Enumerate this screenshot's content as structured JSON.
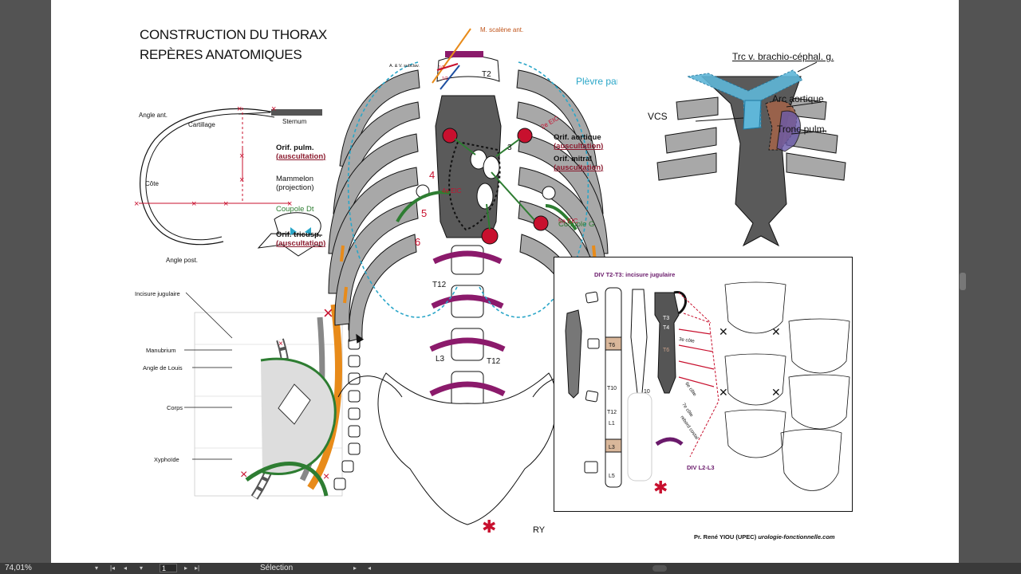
{
  "title": {
    "line1": "CONSTRUCTION DU THORAX",
    "line2": "REPÈRES ANATOMIQUES"
  },
  "section_diagram": {
    "labels": {
      "angle_ant": "Angle ant.",
      "cartillage": "Cartillage",
      "sternum": "Sternum",
      "cote": "Côte",
      "angle_post": "Angle post."
    }
  },
  "thorax_diagram": {
    "labels": {
      "scalene": "M. scalène ant.",
      "subclav": "A. & V. subclav.",
      "half1": "1/2",
      "half2": "1/2",
      "t2": "T2",
      "plevre": "Plèvre pariétale",
      "eic2": "2e EIC",
      "n3": "3",
      "n4": "4",
      "n5": "5",
      "n6": "6",
      "eic4": "4e EIC",
      "eic5": "5e EIC",
      "orif_pulm": "Orif. pulm.",
      "orif_aortique": "Orif. aortique",
      "orif_mitral": "Orif. mitral",
      "orif_tricusp": "Orif. tricusp.",
      "auscultation": "auscultation",
      "mammelon": "Mammelon",
      "projection": "(projection)",
      "coupole_dt": "Coupole Dt",
      "coupole_g": "Coupole  G",
      "t12": "T12",
      "l3": "L3",
      "ry": "RY"
    }
  },
  "vessels_diagram": {
    "labels": {
      "trc": "Trc v. brachio-céphal. g.",
      "arc": "Arc aortique",
      "vcs": "VCS",
      "tronc": "Tronc pulm."
    }
  },
  "sternum_diagram": {
    "labels": {
      "incisure": "Incisure jugulaire",
      "manubrium": "Manubrium",
      "angle_louis": "Angle de Louis",
      "corps": "Corps",
      "xiphoide": "Xyphoïde"
    }
  },
  "vertebra_box": {
    "labels": {
      "div_t2t3": "DIV T2-T3: incisure jugulaire",
      "t3": "T3",
      "t4": "T4",
      "t6a": "T6",
      "t6b": "T6",
      "t10a": "T10",
      "t10b": "10",
      "t12": "T12",
      "l1": "L1",
      "l3": "L3",
      "l5": "L5",
      "cote3": "3e côte",
      "cote6": "6e côte",
      "cote7": "7e côte",
      "rebord": "rebord costal",
      "div_l2l3": "DIV L2-L3"
    }
  },
  "footer": {
    "author": "Pr. René YIOU (UPEC)",
    "site": "urologie-fonctionnelle.com"
  },
  "status_bar": {
    "zoom": "74,01%",
    "page": "1",
    "mode": "Sélection"
  },
  "colors": {
    "crimson": "#c8102e",
    "purple": "#8b1a6b",
    "teal": "#2aa6c8",
    "green": "#2e7d32",
    "orange": "#e88b1a",
    "rib_gray": "#a8a8a8",
    "dark_gray": "#5a5a5a"
  },
  "icons": [
    "chevron-left-icon",
    "chevron-right-icon",
    "first-page-icon",
    "last-page-icon",
    "play-icon",
    "circle-icon",
    "cursor-icon"
  ]
}
